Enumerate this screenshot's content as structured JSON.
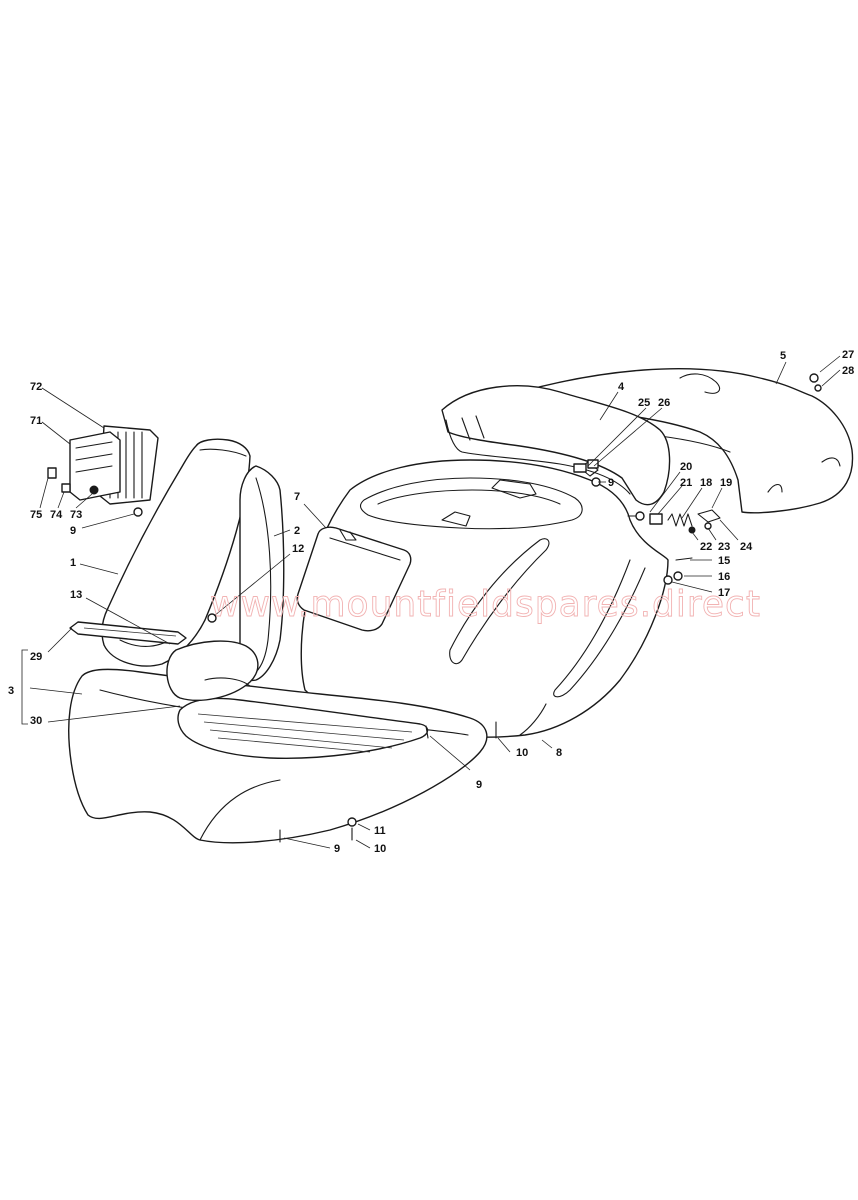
{
  "watermark": "www.mountfieldspares.direct",
  "callouts": {
    "c1": "1",
    "c2": "2",
    "c3": "3",
    "c4": "4",
    "c5": "5",
    "c7": "7",
    "c8": "8",
    "c9a": "9",
    "c9b": "9",
    "c9c": "9",
    "c9d": "9",
    "c10a": "10",
    "c10b": "10",
    "c11": "11",
    "c12": "12",
    "c13": "13",
    "c15": "15",
    "c16": "16",
    "c17": "17",
    "c18": "18",
    "c19": "19",
    "c20": "20",
    "c21": "21",
    "c22": "22",
    "c23": "23",
    "c24": "24",
    "c25": "25",
    "c26": "26",
    "c27": "27",
    "c28": "28",
    "c29": "29",
    "c30": "30",
    "c71": "71",
    "c72": "72",
    "c73": "73",
    "c74": "74",
    "c75": "75"
  }
}
